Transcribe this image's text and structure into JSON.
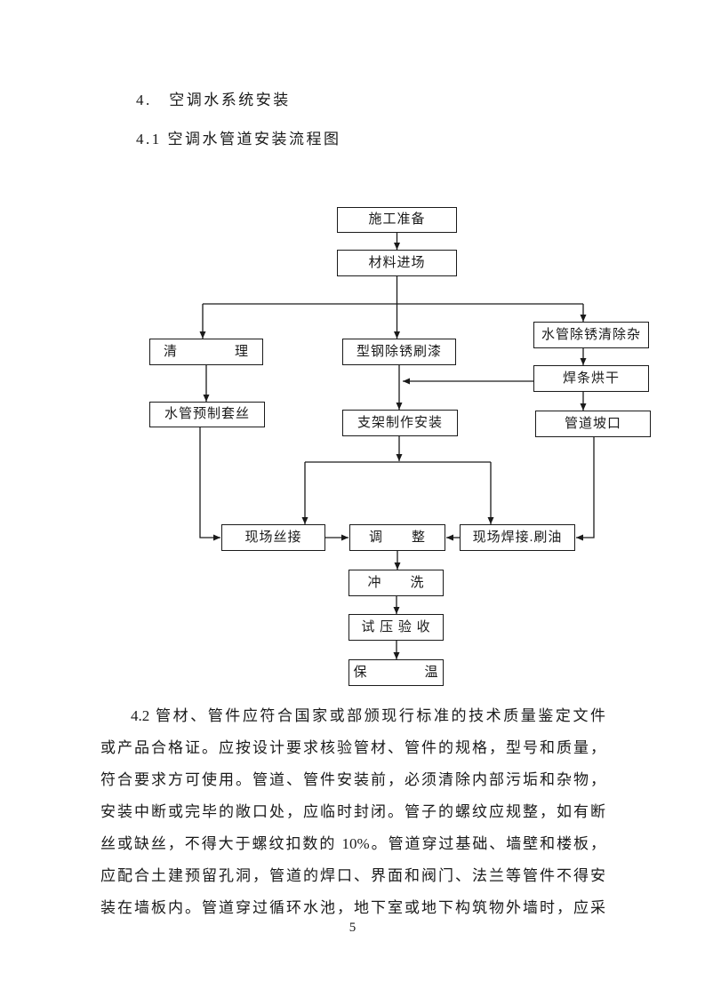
{
  "document": {
    "heading1": "4.　空调水系统安装",
    "heading2": "4.1 空调水管道安装流程图",
    "page_number": "5"
  },
  "flowchart": {
    "nodes": [
      {
        "id": "construction-preparation",
        "label": "施工准备"
      },
      {
        "id": "material-arrival",
        "label": "材料进场"
      },
      {
        "id": "cleaning",
        "label": "清　　　　理"
      },
      {
        "id": "steel-derust-paint",
        "label": "型钢除锈刷漆"
      },
      {
        "id": "pipe-derust-clean",
        "label": "水管除锈清除杂"
      },
      {
        "id": "electrode-drying",
        "label": "焊条烘干"
      },
      {
        "id": "pipe-prefab-threading",
        "label": "水管预制套丝"
      },
      {
        "id": "bracket-fabrication-install",
        "label": "支架制作安装"
      },
      {
        "id": "pipe-groove",
        "label": "管道坡口"
      },
      {
        "id": "site-threading",
        "label": "现场丝接"
      },
      {
        "id": "adjustment",
        "label": "调　　整"
      },
      {
        "id": "site-welding-oiling",
        "label": "现场焊接.刷油"
      },
      {
        "id": "flushing",
        "label": "冲　　洗"
      },
      {
        "id": "pressure-test-acceptance",
        "label": "试 压 验 收"
      },
      {
        "id": "insulation",
        "label": "保　　　　温"
      }
    ]
  },
  "body": {
    "lines": [
      "4.2 管材、管件应符合国家或部颁现行标准的技术质量鉴定文件",
      "或产品合格证。应按设计要求核验管材、管件的规格，型号和质量，",
      "符合要求方可使用。管道、管件安装前，必须清除内部污垢和杂物，",
      "安装中断或完毕的敞口处，应临时封闭。管子的螺纹应规整，如有断",
      "丝或缺丝，不得大于螺纹扣数的 10%。管道穿过基础、墙壁和楼板，",
      "应配合土建预留孔洞，管道的焊口、界面和阀门、法兰等管件不得安",
      "装在墙板内。管道穿过循环水池，地下室或地下构筑物外墙时，应采"
    ]
  },
  "colors": {
    "text": "#1a1a1a",
    "background": "#ffffff",
    "line": "#1a1a1a"
  }
}
